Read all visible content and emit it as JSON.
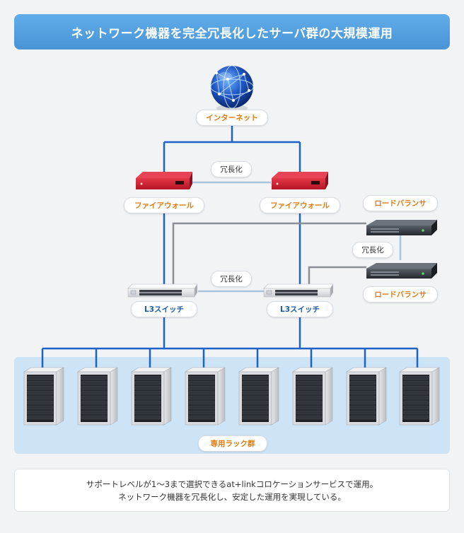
{
  "title": "ネットワーク機器を完全冗長化したサーバ群の大規模運用",
  "labels": {
    "internet": "インターネット",
    "firewall": "ファイアウォール",
    "l3switch": "L3スイッチ",
    "load_balancer": "ロードバランサ",
    "redundant": "冗長化",
    "rack_group": "専用ラック群"
  },
  "description": {
    "line1": "サポートレベルが1～3まで選択できるat+linkコロケーションサービスで運用。",
    "line2": "ネットワーク機器を冗長化し、安定した運用を実現している。"
  },
  "colors": {
    "title_bg": "#4f9be0",
    "link_blue": "#1c62c7",
    "link_gray": "#8a8f96",
    "link_light": "#a8c4de",
    "label_orange": "#e07c12",
    "rack_bg": "#cde4f7",
    "firewall_red": "#c21a2a"
  },
  "icons": [
    "globe-icon",
    "firewall-icon",
    "switch-icon",
    "load-balancer-icon",
    "server-rack-icon"
  ]
}
